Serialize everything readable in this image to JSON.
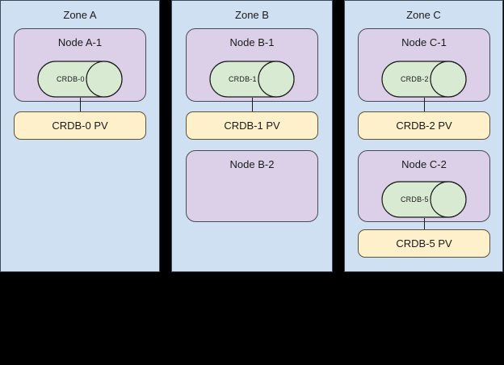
{
  "diagram": {
    "title_visible": false,
    "background_color": "#000000",
    "colors": {
      "zone_fill": "#cfe0f3",
      "zone_stroke": "#3b4a56",
      "node_fill": "#dcd0e8",
      "node_stroke": "#4a4a56",
      "db_fill": "#d9ead3",
      "db_stroke": "#1a1a1a",
      "pv_fill": "#fdf0cb",
      "pv_stroke": "#5b5238",
      "connector": "#1a1a1a",
      "text": "#1a1a1a"
    }
  },
  "zones": [
    {
      "label": "Zone A",
      "nodes": [
        {
          "label": "Node A-1",
          "database": {
            "label": "CRDB-0",
            "icon": "cylinder-database-icon"
          },
          "volume": {
            "label": "CRDB-0 PV"
          },
          "connector": true
        }
      ]
    },
    {
      "label": "Zone B",
      "nodes": [
        {
          "label": "Node B-1",
          "database": {
            "label": "CRDB-1",
            "icon": "cylinder-database-icon"
          },
          "volume": {
            "label": "CRDB-1 PV"
          },
          "connector": true
        },
        {
          "label": "Node B-2",
          "database": null,
          "volume": null,
          "connector": false
        }
      ]
    },
    {
      "label": "Zone C",
      "nodes": [
        {
          "label": "Node C-1",
          "database": {
            "label": "CRDB-2",
            "icon": "cylinder-database-icon"
          },
          "volume": {
            "label": "CRDB-2 PV"
          },
          "connector": true
        },
        {
          "label": "Node C-2",
          "database": {
            "label": "CRDB-5",
            "icon": "cylinder-database-icon"
          },
          "volume": {
            "label": "CRDB-5 PV"
          },
          "connector": true
        }
      ]
    }
  ]
}
